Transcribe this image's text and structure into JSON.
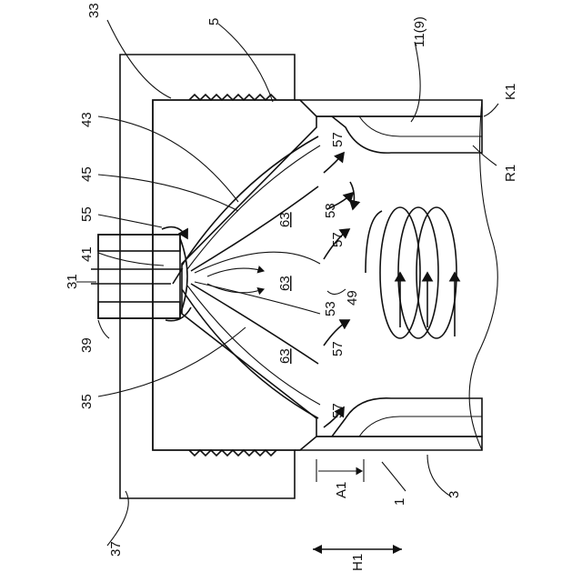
{
  "labels": {
    "l33": "33",
    "l5": "5",
    "l11": "11(9)",
    "lK1": "K1",
    "lR1": "R1",
    "l43": "43",
    "l45": "45",
    "l55": "55",
    "l41": "41",
    "l31": "31",
    "l39": "39",
    "l35": "35",
    "l37": "37",
    "l63a": "63",
    "l63b": "63",
    "l63c": "63",
    "l53a": "53",
    "l53b": "53",
    "l57a": "57",
    "l57b": "57",
    "l57c": "57",
    "l57d": "57",
    "l49": "49",
    "lA1": "A1",
    "l1": "1",
    "l3": "3",
    "lH1": "H1"
  },
  "colors": {
    "line": "#111111",
    "background": "#ffffff",
    "stipple": "#444444"
  }
}
